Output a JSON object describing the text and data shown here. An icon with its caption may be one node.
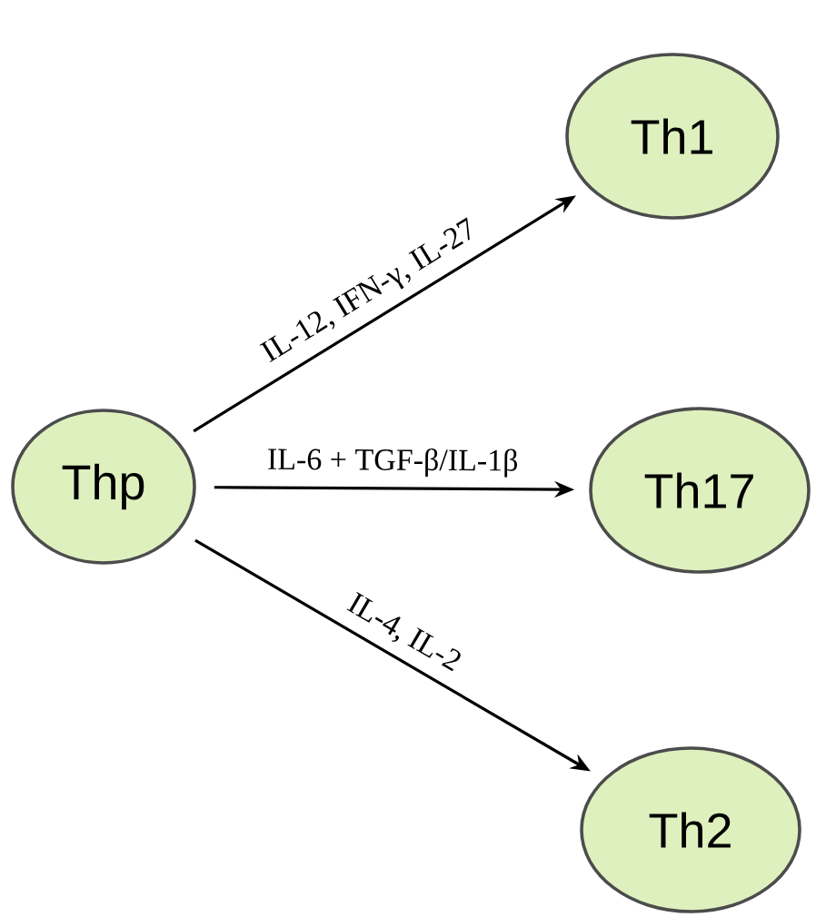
{
  "diagram": {
    "nodes": [
      {
        "text": [
          "Thp"
        ]
      },
      {
        "text": [
          "Th1"
        ]
      },
      {
        "text": [
          "Th17"
        ]
      },
      {
        "text": [
          "Th2"
        ]
      }
    ],
    "edges": [
      {
        "from": 0,
        "to": 1,
        "arrow": "to",
        "label": "IL-12, IFN-γ, IL-27"
      },
      {
        "from": 0,
        "to": 2,
        "arrow": "to",
        "label": "IL-6 + TGF-β/IL-1β"
      },
      {
        "from": 0,
        "to": 3,
        "arrow": "to",
        "label": "IL-4, IL-2"
      }
    ]
  }
}
